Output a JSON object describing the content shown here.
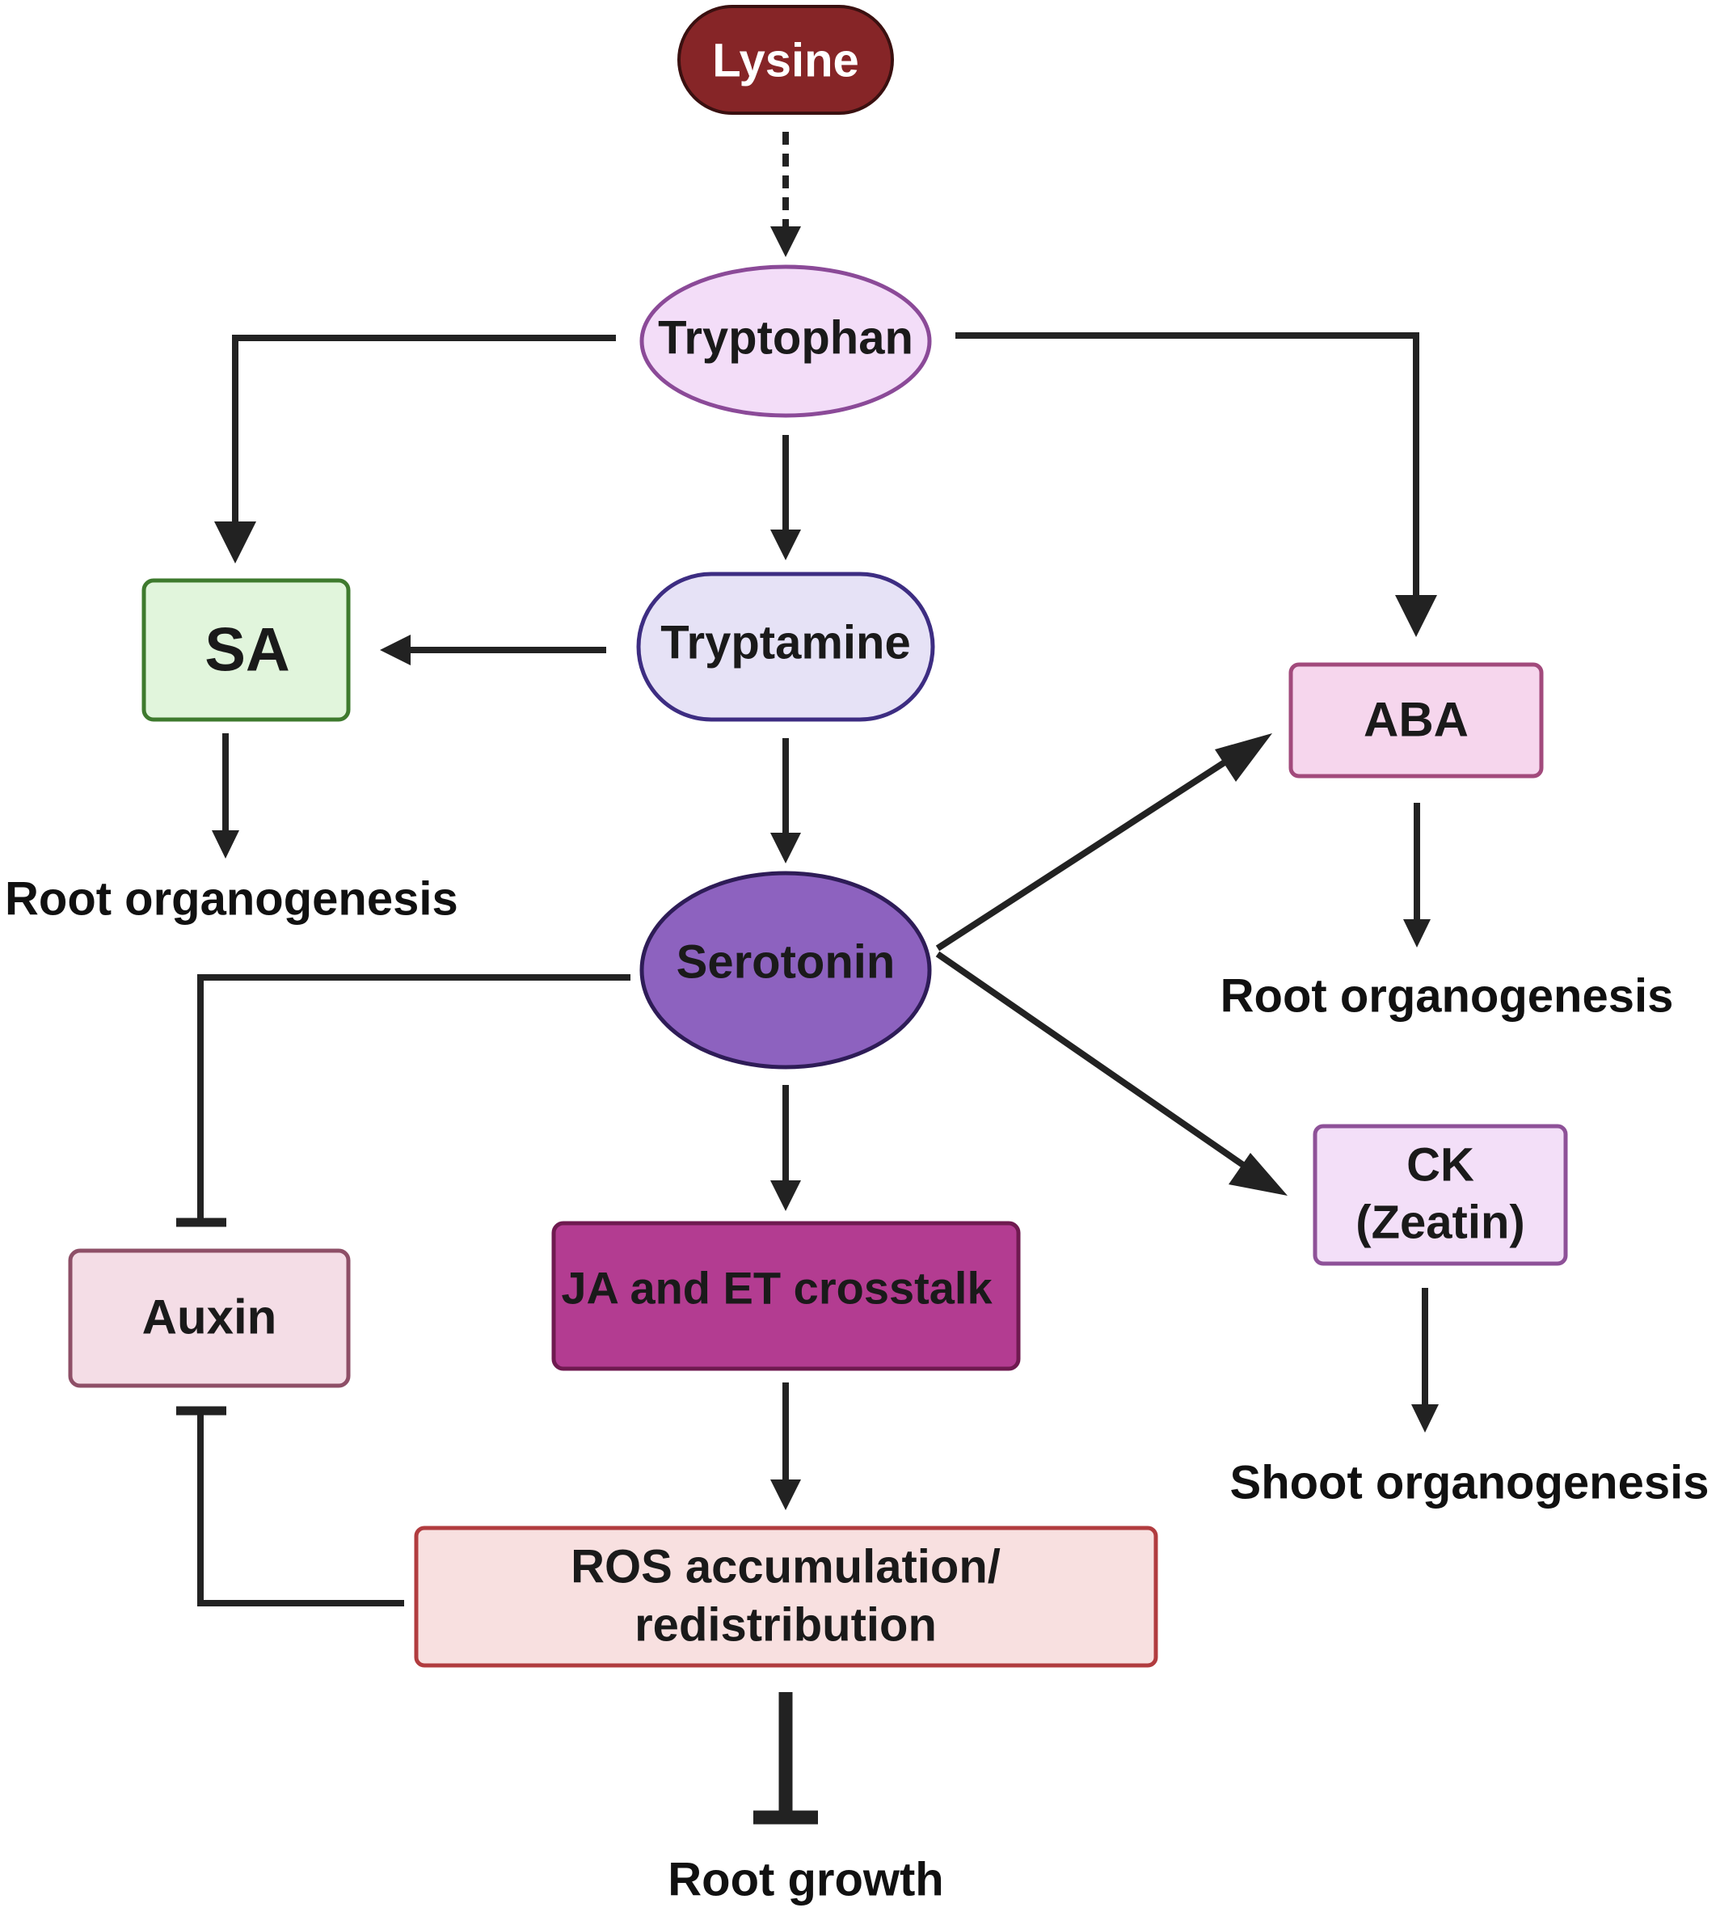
{
  "colors": {
    "edge": "#222222",
    "lysine_fill": "#862527",
    "tryptophan_fill": "#f3ddf8",
    "tryptophan_stroke": "#8b4a98",
    "tryptamine_fill": "#e6e2f6",
    "tryptamine_stroke": "#3d2d82",
    "serotonin_fill": "#8d62bf",
    "serotonin_stroke": "#2e1c57",
    "sa_fill": "#e1f5dc",
    "sa_stroke": "#3e7a2e",
    "aba_fill": "#f6d6ed",
    "aba_stroke": "#a24a7c",
    "ck_fill": "#f3dff8",
    "ck_stroke": "#8e5198",
    "auxin_fill": "#f4dde6",
    "auxin_stroke": "#8e4f67",
    "ja_et_fill": "#b33c91",
    "ja_et_stroke": "#6f1a50",
    "ros_fill": "#f8e0e0",
    "ros_stroke": "#b13c3f"
  },
  "nodes": {
    "lysine": "Lysine",
    "tryptophan": "Tryptophan",
    "tryptamine": "Tryptamine",
    "serotonin": "Serotonin",
    "sa": "SA",
    "aba": "ABA",
    "ck_line1": "CK",
    "ck_line2": "(Zeatin)",
    "auxin": "Auxin",
    "ja_et": "JA and ET crosstalk",
    "ros_line1": "ROS accumulation/",
    "ros_line2": "redistribution"
  },
  "outcomes": {
    "sa_root": "Root organogenesis",
    "aba_root": "Root organogenesis",
    "ck_shoot": "Shoot organogenesis",
    "root_growth": "Root growth"
  },
  "edges": [
    {
      "from": "Lysine",
      "to": "Tryptophan",
      "type": "dashed-arrow"
    },
    {
      "from": "Tryptophan",
      "to": "SA",
      "type": "arrow"
    },
    {
      "from": "Tryptophan",
      "to": "Tryptamine",
      "type": "arrow"
    },
    {
      "from": "Tryptophan",
      "to": "ABA",
      "type": "arrow"
    },
    {
      "from": "Tryptamine",
      "to": "SA",
      "type": "arrow"
    },
    {
      "from": "Tryptamine",
      "to": "Serotonin",
      "type": "arrow"
    },
    {
      "from": "SA",
      "to": "Root organogenesis",
      "type": "arrow"
    },
    {
      "from": "Serotonin",
      "to": "ABA",
      "type": "arrow"
    },
    {
      "from": "Serotonin",
      "to": "CK (Zeatin)",
      "type": "arrow"
    },
    {
      "from": "ABA",
      "to": "Root organogenesis",
      "type": "arrow"
    },
    {
      "from": "CK (Zeatin)",
      "to": "Shoot organogenesis",
      "type": "arrow"
    },
    {
      "from": "Serotonin",
      "to": "Auxin",
      "type": "inhibition"
    },
    {
      "from": "Serotonin",
      "to": "JA and ET crosstalk",
      "type": "arrow"
    },
    {
      "from": "JA and ET crosstalk",
      "to": "ROS accumulation/redistribution",
      "type": "arrow"
    },
    {
      "from": "ROS accumulation/redistribution",
      "to": "Auxin",
      "type": "inhibition"
    },
    {
      "from": "ROS accumulation/redistribution",
      "to": "Root growth",
      "type": "inhibition"
    }
  ]
}
